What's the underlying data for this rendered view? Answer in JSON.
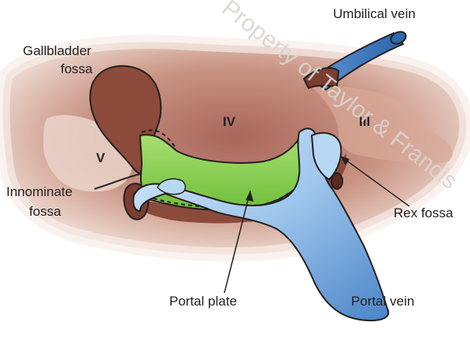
{
  "labels": {
    "gallbladder_fossa_line1": "Gallbladder",
    "gallbladder_fossa_line2": "fossa",
    "innominate_fossa_line1": "Innominate",
    "innominate_fossa_line2": "fossa",
    "umbilical_vein": "Umbilical vein",
    "rex_fossa": "Rex fossa",
    "portal_plate": "Portal plate",
    "portal_vein": "Portal vein"
  },
  "segments": {
    "iv": "IV",
    "v": "V",
    "iii": "III"
  },
  "watermark": "Property of Taylor & Francis",
  "colors": {
    "liver_outer": "#e9d2c9",
    "liver_mid": "#c48a77",
    "liver_fossa": "#8c4a3b",
    "portal_plate": "#8fd14f",
    "portal_vein": "#a9cdee",
    "portal_vein_dark": "#3f78bd",
    "outline": "#231f20"
  }
}
